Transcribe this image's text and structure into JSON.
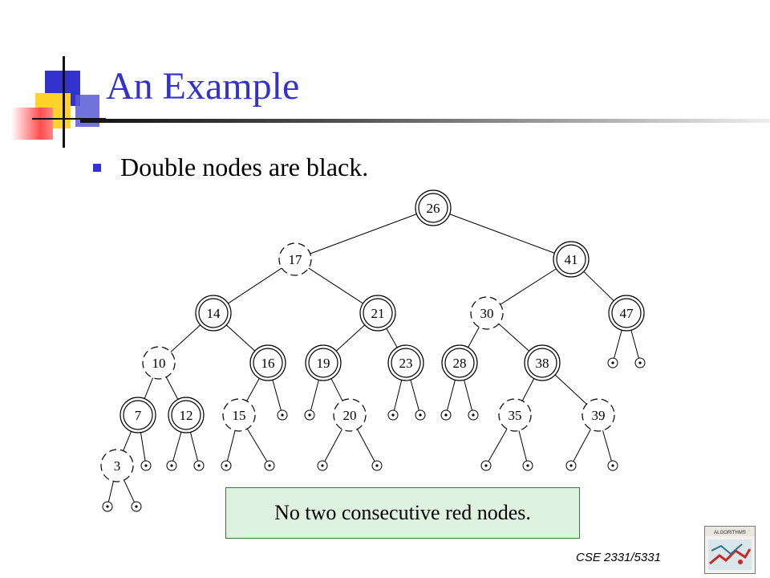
{
  "slide": {
    "title": "An Example",
    "bullet": "Double nodes are black.",
    "callout": "No two consecutive red nodes.",
    "footer": "CSE 2331/5331",
    "logo_text": "ALGORITHMS"
  },
  "colors": {
    "title": "#3333cc",
    "bullet": "#3333cc",
    "callout_fill": "#dff2df",
    "callout_border": "#2e7d32"
  },
  "tree": {
    "nodes": [
      {
        "id": "n26",
        "label": "26",
        "color": "black"
      },
      {
        "id": "n17",
        "label": "17",
        "color": "red"
      },
      {
        "id": "n41",
        "label": "41",
        "color": "black"
      },
      {
        "id": "n14",
        "label": "14",
        "color": "black"
      },
      {
        "id": "n21",
        "label": "21",
        "color": "black"
      },
      {
        "id": "n30",
        "label": "30",
        "color": "red"
      },
      {
        "id": "n47",
        "label": "47",
        "color": "black"
      },
      {
        "id": "n10",
        "label": "10",
        "color": "red"
      },
      {
        "id": "n16",
        "label": "16",
        "color": "black"
      },
      {
        "id": "n19",
        "label": "19",
        "color": "black"
      },
      {
        "id": "n23",
        "label": "23",
        "color": "black"
      },
      {
        "id": "n28",
        "label": "28",
        "color": "black"
      },
      {
        "id": "n38",
        "label": "38",
        "color": "black"
      },
      {
        "id": "n7",
        "label": "7",
        "color": "black"
      },
      {
        "id": "n12",
        "label": "12",
        "color": "black"
      },
      {
        "id": "n15",
        "label": "15",
        "color": "red"
      },
      {
        "id": "n20",
        "label": "20",
        "color": "red"
      },
      {
        "id": "n35",
        "label": "35",
        "color": "red"
      },
      {
        "id": "n39",
        "label": "39",
        "color": "red"
      },
      {
        "id": "n3",
        "label": "3",
        "color": "red"
      }
    ],
    "edges": [
      [
        "n26",
        "n17"
      ],
      [
        "n26",
        "n41"
      ],
      [
        "n17",
        "n14"
      ],
      [
        "n17",
        "n21"
      ],
      [
        "n41",
        "n30"
      ],
      [
        "n41",
        "n47"
      ],
      [
        "n14",
        "n10"
      ],
      [
        "n14",
        "n16"
      ],
      [
        "n21",
        "n19"
      ],
      [
        "n21",
        "n23"
      ],
      [
        "n30",
        "n28"
      ],
      [
        "n30",
        "n38"
      ],
      [
        "n10",
        "n7"
      ],
      [
        "n10",
        "n12"
      ],
      [
        "n16",
        "n15"
      ],
      [
        "n19",
        "n20"
      ],
      [
        "n38",
        "n35"
      ],
      [
        "n38",
        "n39"
      ],
      [
        "n7",
        "n3"
      ]
    ],
    "nil_leaves": [
      {
        "parent": "n47"
      },
      {
        "parent": "n47"
      },
      {
        "parent": "n16"
      },
      {
        "parent": "n19"
      },
      {
        "parent": "n23"
      },
      {
        "parent": "n23"
      },
      {
        "parent": "n28"
      },
      {
        "parent": "n28"
      },
      {
        "parent": "n7"
      },
      {
        "parent": "n12"
      },
      {
        "parent": "n12"
      },
      {
        "parent": "n15"
      },
      {
        "parent": "n15"
      },
      {
        "parent": "n20"
      },
      {
        "parent": "n20"
      },
      {
        "parent": "n35"
      },
      {
        "parent": "n35"
      },
      {
        "parent": "n39"
      },
      {
        "parent": "n39"
      },
      {
        "parent": "n3"
      },
      {
        "parent": "n3"
      }
    ]
  }
}
